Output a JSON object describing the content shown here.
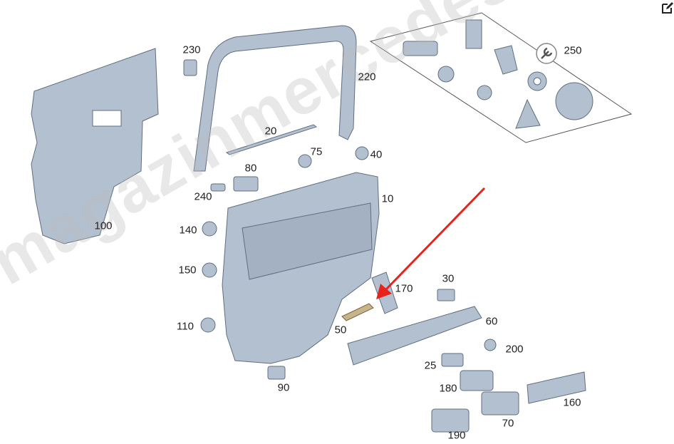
{
  "watermark": "magazinmercedes.ru",
  "toolbar": {
    "edit_icon": "edit-icon"
  },
  "colors": {
    "part_fill": "#b3c0cf",
    "part_stroke": "#5f6e80",
    "arrow": "#e8231c"
  },
  "parts": [
    {
      "id": "p230",
      "label": "230"
    },
    {
      "id": "p220",
      "label": "220"
    },
    {
      "id": "p250",
      "label": "250"
    },
    {
      "id": "p20",
      "label": "20"
    },
    {
      "id": "p75",
      "label": "75"
    },
    {
      "id": "p40",
      "label": "40"
    },
    {
      "id": "p80",
      "label": "80"
    },
    {
      "id": "p240",
      "label": "240"
    },
    {
      "id": "p10",
      "label": "10"
    },
    {
      "id": "p100",
      "label": "100"
    },
    {
      "id": "p140",
      "label": "140"
    },
    {
      "id": "p150",
      "label": "150"
    },
    {
      "id": "p170",
      "label": "170"
    },
    {
      "id": "p30",
      "label": "30"
    },
    {
      "id": "p110",
      "label": "110"
    },
    {
      "id": "p50",
      "label": "50"
    },
    {
      "id": "p60",
      "label": "60"
    },
    {
      "id": "p200",
      "label": "200"
    },
    {
      "id": "p25",
      "label": "25"
    },
    {
      "id": "p90",
      "label": "90"
    },
    {
      "id": "p180",
      "label": "180"
    },
    {
      "id": "p160",
      "label": "160"
    },
    {
      "id": "p70",
      "label": "70"
    },
    {
      "id": "p190",
      "label": "190"
    }
  ]
}
